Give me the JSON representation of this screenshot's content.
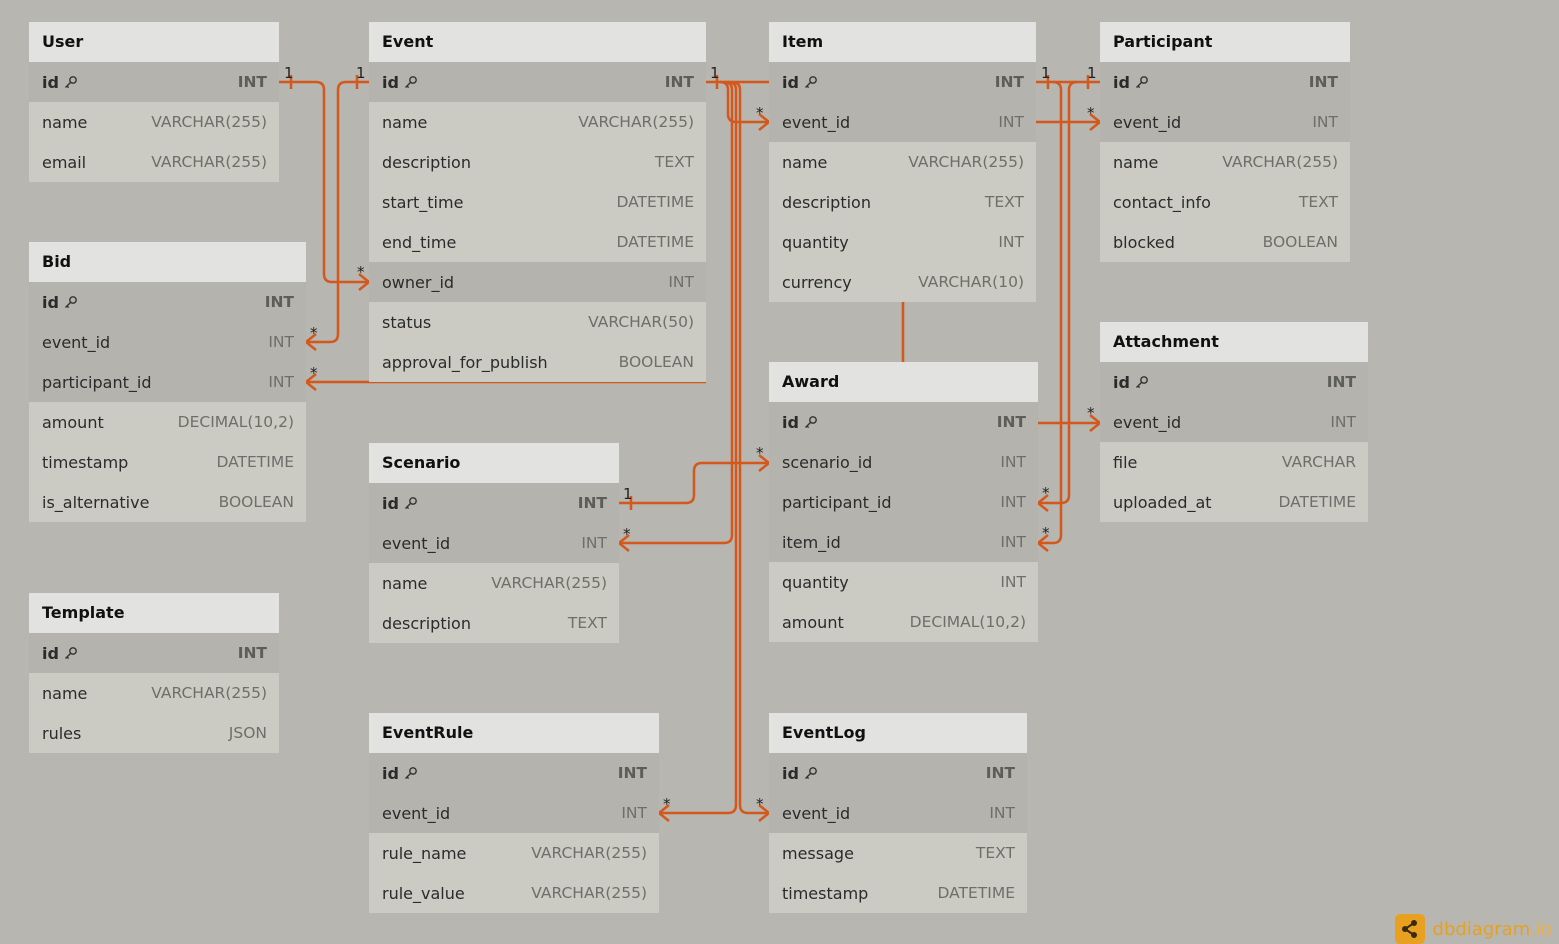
{
  "brand": {
    "name": "dbdiagram",
    "tld": ".io"
  },
  "colors": {
    "relation": "#d4581c",
    "background": "#b7b6b0",
    "header": "#e2e2e0",
    "row": "#cbcbc3",
    "key_row": "#b5b3ad",
    "brand": "#e8a021"
  },
  "tables": [
    {
      "name": "User",
      "columns": [
        {
          "name": "id",
          "type": "INT",
          "pk": true
        },
        {
          "name": "name",
          "type": "VARCHAR(255)"
        },
        {
          "name": "email",
          "type": "VARCHAR(255)"
        }
      ]
    },
    {
      "name": "Event",
      "columns": [
        {
          "name": "id",
          "type": "INT",
          "pk": true
        },
        {
          "name": "name",
          "type": "VARCHAR(255)"
        },
        {
          "name": "description",
          "type": "TEXT"
        },
        {
          "name": "start_time",
          "type": "DATETIME"
        },
        {
          "name": "end_time",
          "type": "DATETIME"
        },
        {
          "name": "owner_id",
          "type": "INT",
          "fk": true
        },
        {
          "name": "status",
          "type": "VARCHAR(50)"
        },
        {
          "name": "approval_for_publish",
          "type": "BOOLEAN"
        }
      ]
    },
    {
      "name": "Item",
      "columns": [
        {
          "name": "id",
          "type": "INT",
          "pk": true
        },
        {
          "name": "event_id",
          "type": "INT",
          "fk": true
        },
        {
          "name": "name",
          "type": "VARCHAR(255)"
        },
        {
          "name": "description",
          "type": "TEXT"
        },
        {
          "name": "quantity",
          "type": "INT"
        },
        {
          "name": "currency",
          "type": "VARCHAR(10)"
        }
      ]
    },
    {
      "name": "Participant",
      "columns": [
        {
          "name": "id",
          "type": "INT",
          "pk": true
        },
        {
          "name": "event_id",
          "type": "INT",
          "fk": true
        },
        {
          "name": "name",
          "type": "VARCHAR(255)"
        },
        {
          "name": "contact_info",
          "type": "TEXT"
        },
        {
          "name": "blocked",
          "type": "BOOLEAN"
        }
      ]
    },
    {
      "name": "Bid",
      "columns": [
        {
          "name": "id",
          "type": "INT",
          "pk": true
        },
        {
          "name": "event_id",
          "type": "INT",
          "fk": true
        },
        {
          "name": "participant_id",
          "type": "INT",
          "fk": true
        },
        {
          "name": "amount",
          "type": "DECIMAL(10,2)"
        },
        {
          "name": "timestamp",
          "type": "DATETIME"
        },
        {
          "name": "is_alternative",
          "type": "BOOLEAN"
        }
      ]
    },
    {
      "name": "Attachment",
      "columns": [
        {
          "name": "id",
          "type": "INT",
          "pk": true
        },
        {
          "name": "event_id",
          "type": "INT",
          "fk": true
        },
        {
          "name": "file",
          "type": "VARCHAR"
        },
        {
          "name": "uploaded_at",
          "type": "DATETIME"
        }
      ]
    },
    {
      "name": "Award",
      "columns": [
        {
          "name": "id",
          "type": "INT",
          "pk": true
        },
        {
          "name": "scenario_id",
          "type": "INT",
          "fk": true
        },
        {
          "name": "participant_id",
          "type": "INT",
          "fk": true
        },
        {
          "name": "item_id",
          "type": "INT",
          "fk": true
        },
        {
          "name": "quantity",
          "type": "INT"
        },
        {
          "name": "amount",
          "type": "DECIMAL(10,2)"
        }
      ]
    },
    {
      "name": "Scenario",
      "columns": [
        {
          "name": "id",
          "type": "INT",
          "pk": true
        },
        {
          "name": "event_id",
          "type": "INT",
          "fk": true
        },
        {
          "name": "name",
          "type": "VARCHAR(255)"
        },
        {
          "name": "description",
          "type": "TEXT"
        }
      ]
    },
    {
      "name": "Template",
      "columns": [
        {
          "name": "id",
          "type": "INT",
          "pk": true
        },
        {
          "name": "name",
          "type": "VARCHAR(255)"
        },
        {
          "name": "rules",
          "type": "JSON"
        }
      ]
    },
    {
      "name": "EventRule",
      "columns": [
        {
          "name": "id",
          "type": "INT",
          "pk": true
        },
        {
          "name": "event_id",
          "type": "INT",
          "fk": true
        },
        {
          "name": "rule_name",
          "type": "VARCHAR(255)"
        },
        {
          "name": "rule_value",
          "type": "VARCHAR(255)"
        }
      ]
    },
    {
      "name": "EventLog",
      "columns": [
        {
          "name": "id",
          "type": "INT",
          "pk": true
        },
        {
          "name": "event_id",
          "type": "INT",
          "fk": true
        },
        {
          "name": "message",
          "type": "TEXT"
        },
        {
          "name": "timestamp",
          "type": "DATETIME"
        }
      ]
    }
  ],
  "relationships": [
    {
      "from": "Event.owner_id",
      "to": "User.id",
      "from_card": "*",
      "to_card": "1"
    },
    {
      "from": "Bid.event_id",
      "to": "Event.id",
      "from_card": "*",
      "to_card": "1"
    },
    {
      "from": "Bid.participant_id",
      "to": "Participant.id",
      "from_card": "*",
      "to_card": "1"
    },
    {
      "from": "Item.event_id",
      "to": "Event.id",
      "from_card": "*",
      "to_card": "1"
    },
    {
      "from": "Participant.event_id",
      "to": "Event.id",
      "from_card": "*",
      "to_card": "1"
    },
    {
      "from": "Scenario.event_id",
      "to": "Event.id",
      "from_card": "*",
      "to_card": "1"
    },
    {
      "from": "EventRule.event_id",
      "to": "Event.id",
      "from_card": "*",
      "to_card": "1"
    },
    {
      "from": "EventLog.event_id",
      "to": "Event.id",
      "from_card": "*",
      "to_card": "1"
    },
    {
      "from": "Award.scenario_id",
      "to": "Scenario.id",
      "from_card": "*",
      "to_card": "1"
    },
    {
      "from": "Award.participant_id",
      "to": "Participant.id",
      "from_card": "*",
      "to_card": "1"
    },
    {
      "from": "Award.item_id",
      "to": "Item.id",
      "from_card": "*",
      "to_card": "1"
    },
    {
      "from": "Attachment.event_id",
      "to": "Event.id",
      "from_card": "*",
      "to_card": "1"
    },
    {
      "from": "Award.id",
      "to": "Item"
    }
  ]
}
